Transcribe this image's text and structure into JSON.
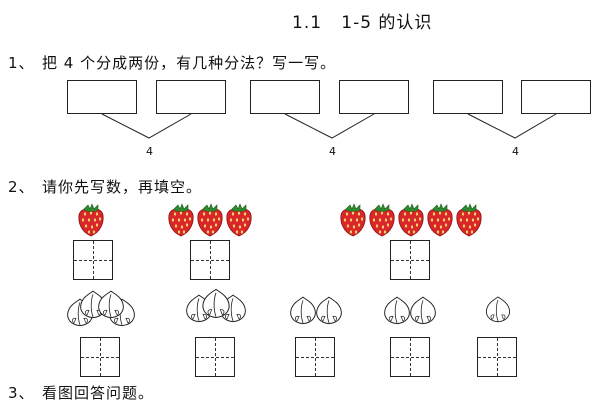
{
  "title": "1.1   1-5 的认识",
  "questions": [
    {
      "num": "1、",
      "text": "把 4 个分成两份，有几种分法？写一写。"
    },
    {
      "num": "2、",
      "text": "请你先写数，再填空。"
    },
    {
      "num": "3、",
      "text": "看图回答问题。"
    }
  ],
  "split_total": "4",
  "strawberry_counts": [
    1,
    3,
    5
  ],
  "peach_counts": [
    4,
    3,
    2,
    2,
    1
  ],
  "icons": {
    "strawberry": "strawberry-icon",
    "peach": "peach-icon"
  },
  "colors": {
    "strawberry": "#d8262a",
    "leaf": "#2e8b2e",
    "ink": "#222222"
  }
}
